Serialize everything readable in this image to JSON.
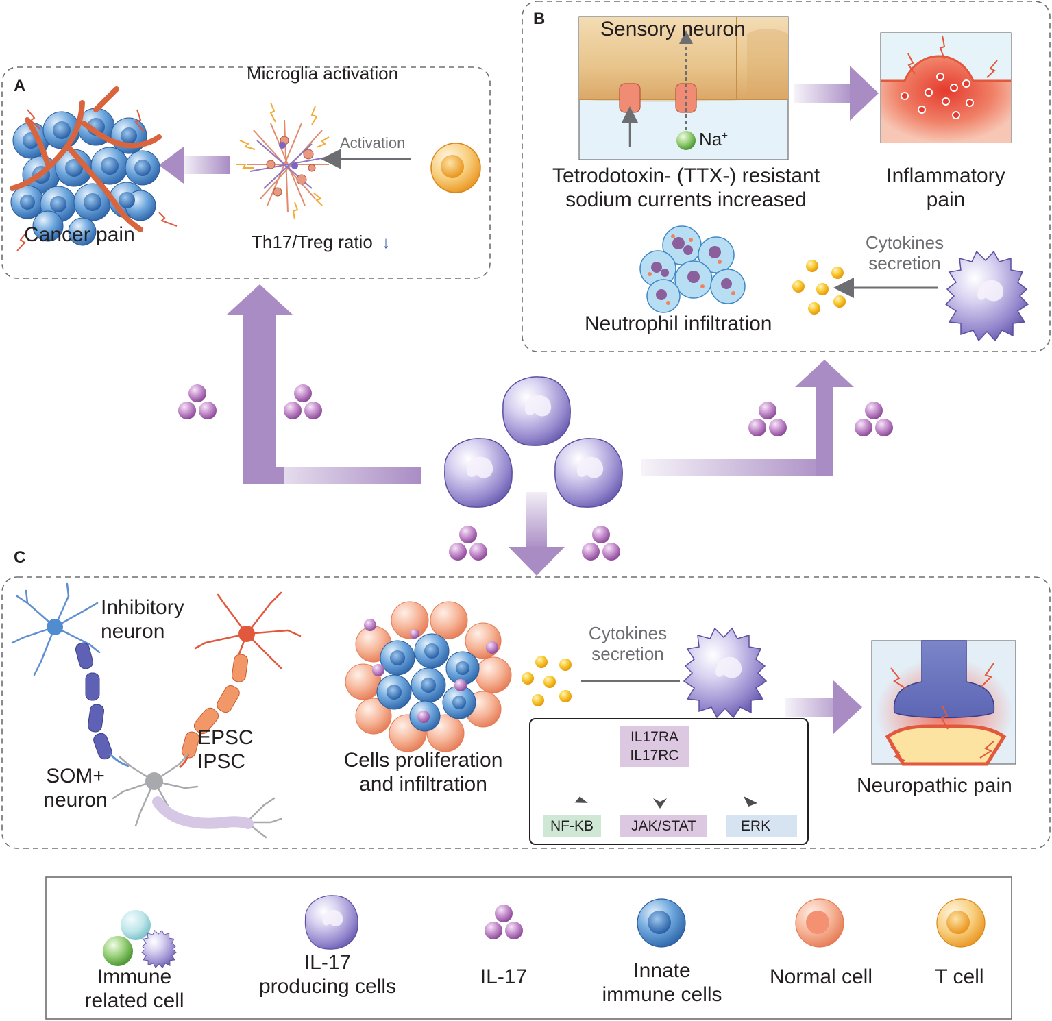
{
  "panels": {
    "a": {
      "letter": "A",
      "title": "Microglia activation",
      "activation_label": "Activation",
      "cancer_pain_label": "Cancer pain",
      "ratio_label": "Th17/Treg ratio",
      "ratio_arrow": "↓"
    },
    "b": {
      "letter": "B",
      "sensory_neuron_label": "Sensory neuron",
      "na_label": "Na",
      "na_superscript": "+",
      "ttx_line1": "Tetrodotoxin- (TTX-) resistant",
      "ttx_line2": "sodium currents increased",
      "inflammatory_line1": "Inflammatory",
      "inflammatory_line2": "pain",
      "cytokines_line1": "Cytokines",
      "cytokines_line2": "secretion",
      "neutrophil_label": "Neutrophil infiltration"
    },
    "c": {
      "letter": "C",
      "inhibitory_line1": "Inhibitory",
      "inhibitory_line2": "neuron",
      "epsc": "EPSC",
      "ipsc": "IPSC",
      "som_line1": "SOM+",
      "som_line2": "neuron",
      "proliferation_line1": "Cells proliferation",
      "proliferation_line2": "and infiltration",
      "cytokines_line1": "Cytokines",
      "cytokines_line2": "secretion",
      "neuropathic_label": "Neuropathic pain",
      "receptors": [
        "IL17RA",
        "IL17RC"
      ],
      "pathways": [
        {
          "label": "NF-KB",
          "color": "#cfe8d6"
        },
        {
          "label": "JAK/STAT",
          "color": "#ddc8e2"
        },
        {
          "label": "ERK",
          "color": "#d6e4f2"
        }
      ]
    }
  },
  "legend": {
    "items": [
      {
        "line1": "Immune",
        "line2": "related cell"
      },
      {
        "line1": "IL-17",
        "line2": "producing cells"
      },
      {
        "line1": "IL-17",
        "line2": ""
      },
      {
        "line1": "Innate",
        "line2": "immune cells"
      },
      {
        "line1": "Normal cell",
        "line2": ""
      },
      {
        "line1": "T cell",
        "line2": ""
      }
    ]
  },
  "colors": {
    "flow_arrow": "#a98cc4",
    "il17": "#b77fc0",
    "il17_cell": "#9a8fd0",
    "innate_cell": "#4f8dd0",
    "normal_cell": "#f4a07f",
    "t_cell": "#f2ab35",
    "cytokine": "#f6c12a",
    "nerve_red": "#e2583d",
    "dashed_border": "#6d6e71"
  }
}
